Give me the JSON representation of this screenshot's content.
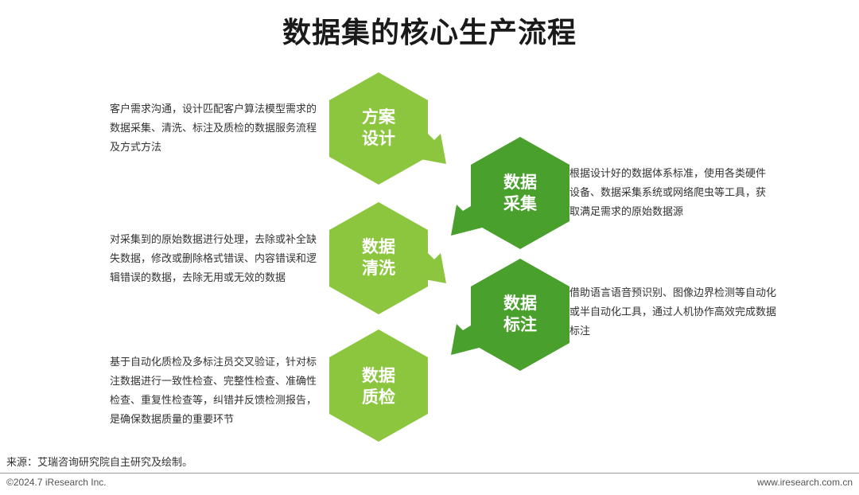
{
  "title": "数据集的核心生产流程",
  "colors": {
    "light_green": "#8cc63f",
    "dark_green": "#4aa02c"
  },
  "steps": [
    {
      "label_line1": "方案",
      "label_line2": "设计",
      "description": [
        "客户需求沟通，设计匹配客户算法模型需求的",
        "数据采集、清洗、标注及质检的数据服务流程",
        "及方式方法"
      ]
    },
    {
      "label_line1": "数据",
      "label_line2": "采集",
      "description": [
        "根据设计好的数据体系标准，使用各类硬件",
        "设备、数据采集系统或网络爬虫等工具，获",
        "取满足需求的原始数据源"
      ]
    },
    {
      "label_line1": "数据",
      "label_line2": "清洗",
      "description": [
        "对采集到的原始数据进行处理，去除或补全缺",
        "失数据，修改或删除格式错误、内容错误和逻",
        "辑错误的数据，去除无用或无效的数据"
      ]
    },
    {
      "label_line1": "数据",
      "label_line2": "标注",
      "description": [
        "借助语言语音预识别、图像边界检测等自动化",
        "或半自动化工具，通过人机协作高效完成数据",
        "标注"
      ]
    },
    {
      "label_line1": "数据",
      "label_line2": "质检",
      "description": [
        "基于自动化质检及多标注员交叉验证，针对标",
        "注数据进行一致性检查、完整性检查、准确性",
        "检查、重复性检查等，纠错并反馈检测报告，",
        "是确保数据质量的重要环节"
      ]
    }
  ],
  "source": "来源：艾瑞咨询研究院自主研究及绘制。",
  "copyright": "©2024.7 iResearch Inc.",
  "website": "www.iresearch.com.cn"
}
